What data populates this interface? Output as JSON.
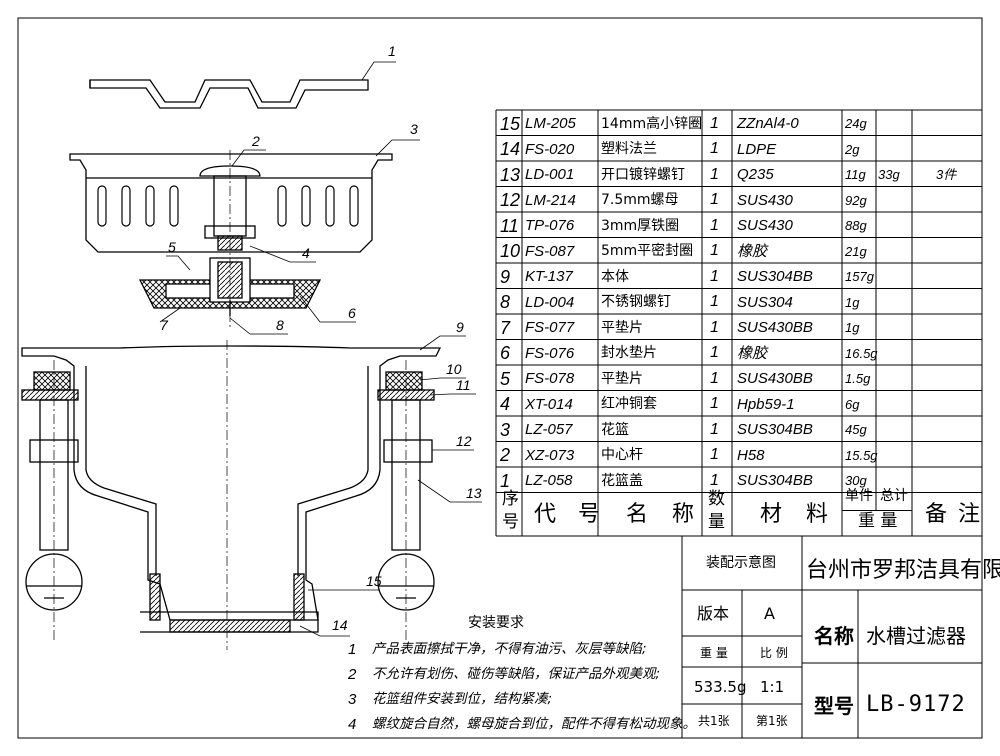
{
  "parts_table": {
    "rows": [
      {
        "no": "15",
        "code": "LM-205",
        "name": "14mm高小锌圈",
        "qty": "1",
        "material": "ZZnAl4-0",
        "unit_weight": "24g",
        "total_weight": "",
        "remark": ""
      },
      {
        "no": "14",
        "code": "FS-020",
        "name": "塑料法兰",
        "qty": "1",
        "material": "LDPE",
        "unit_weight": "2g",
        "total_weight": "",
        "remark": ""
      },
      {
        "no": "13",
        "code": "LD-001",
        "name": "开口镀锌螺钉",
        "qty": "1",
        "material": "Q235",
        "unit_weight": "11g",
        "total_weight": "33g",
        "remark": "3件"
      },
      {
        "no": "12",
        "code": "LM-214",
        "name": "7.5mm螺母",
        "qty": "1",
        "material": "SUS430",
        "unit_weight": "92g",
        "total_weight": "",
        "remark": ""
      },
      {
        "no": "11",
        "code": "TP-076",
        "name": "3mm厚铁圈",
        "qty": "1",
        "material": "SUS430",
        "unit_weight": "88g",
        "total_weight": "",
        "remark": ""
      },
      {
        "no": "10",
        "code": "FS-087",
        "name": "5mm平密封圈",
        "qty": "1",
        "material": "橡胶",
        "unit_weight": "21g",
        "total_weight": "",
        "remark": ""
      },
      {
        "no": "9",
        "code": "KT-137",
        "name": "本体",
        "qty": "1",
        "material": "SUS304BB",
        "unit_weight": "157g",
        "total_weight": "",
        "remark": ""
      },
      {
        "no": "8",
        "code": "LD-004",
        "name": "不锈钢螺钉",
        "qty": "1",
        "material": "SUS304",
        "unit_weight": "1g",
        "total_weight": "",
        "remark": ""
      },
      {
        "no": "7",
        "code": "FS-077",
        "name": "平垫片",
        "qty": "1",
        "material": "SUS430BB",
        "unit_weight": "1g",
        "total_weight": "",
        "remark": ""
      },
      {
        "no": "6",
        "code": "FS-076",
        "name": "封水垫片",
        "qty": "1",
        "material": "橡胶",
        "unit_weight": "16.5g",
        "total_weight": "",
        "remark": ""
      },
      {
        "no": "5",
        "code": "FS-078",
        "name": "平垫片",
        "qty": "1",
        "material": "SUS430BB",
        "unit_weight": "1.5g",
        "total_weight": "",
        "remark": ""
      },
      {
        "no": "4",
        "code": "XT-014",
        "name": "红冲铜套",
        "qty": "1",
        "material": "Hpb59-1",
        "unit_weight": "6g",
        "total_weight": "",
        "remark": ""
      },
      {
        "no": "3",
        "code": "LZ-057",
        "name": "花篮",
        "qty": "1",
        "material": "SUS304BB",
        "unit_weight": "45g",
        "total_weight": "",
        "remark": ""
      },
      {
        "no": "2",
        "code": "XZ-073",
        "name": "中心杆",
        "qty": "1",
        "material": "H58",
        "unit_weight": "15.5g",
        "total_weight": "",
        "remark": ""
      },
      {
        "no": "1",
        "code": "LZ-058",
        "name": "花篮盖",
        "qty": "1",
        "material": "SUS304BB",
        "unit_weight": "30g",
        "total_weight": "",
        "remark": ""
      }
    ],
    "header": {
      "no_a": "序",
      "no_b": "号",
      "code_a": "代",
      "code_b": "号",
      "name_a": "名",
      "name_b": "称",
      "qty_a": "数",
      "qty_b": "量",
      "mat_a": "材",
      "mat_b": "料",
      "unit": "单件",
      "total": "总计",
      "weight": "重 量",
      "rem_a": "备",
      "rem_b": "注"
    }
  },
  "title_block": {
    "assembly_label": "装配示意图",
    "company": "台州市罗邦洁具有限公司",
    "version_label": "版本",
    "version_value": "A",
    "name_label": "名称",
    "name_value": "水槽过滤器",
    "weight_label": "重 量",
    "scale_label": "比 例",
    "weight_value": "533.5g",
    "scale_value": "1:1",
    "model_label": "型号",
    "model_value": "LB-9172",
    "sheets_total": "共1张",
    "sheet_no": "第1张"
  },
  "install_notes": {
    "title": "安装要求",
    "items": [
      {
        "n": "1",
        "text": "产品表面擦拭干净，不得有油污、灰层等缺陷;"
      },
      {
        "n": "2",
        "text": "不允许有划伤、碰伤等缺陷，保证产品外观美观;"
      },
      {
        "n": "3",
        "text": "花篮组件安装到位，结构紧凑;"
      },
      {
        "n": "4",
        "text": "螺纹旋合自然，螺母旋合到位，配件不得有松动现象。"
      }
    ]
  },
  "balloons": [
    "1",
    "2",
    "3",
    "4",
    "5",
    "6",
    "7",
    "8",
    "9",
    "10",
    "11",
    "12",
    "13",
    "14",
    "15"
  ]
}
